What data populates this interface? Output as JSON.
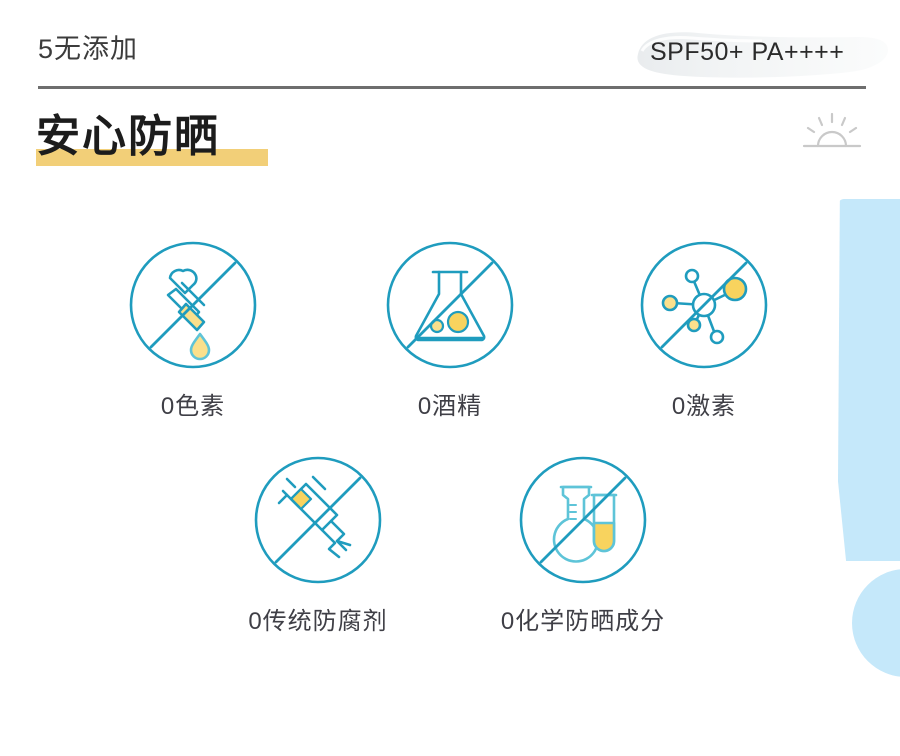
{
  "header": {
    "kicker": "5无添加",
    "spf_badge": "SPF50+ PA++++",
    "title": "安心防晒",
    "sun_icon": "sunrise-icon",
    "divider_color": "#6e6e6e",
    "title_highlight_color": "#f2cf78"
  },
  "theme": {
    "teal": "#1f9cbe",
    "teal_light": "#5ec4d8",
    "yellow": "#f8d35e",
    "yellow_soft": "#fae08c",
    "blue_accent": "#c5e8fa",
    "text": "#3f3f46",
    "background": "#ffffff"
  },
  "features": {
    "row1": [
      {
        "label": "0色素",
        "icon": "dropper-no-pigment-icon"
      },
      {
        "label": "0酒精",
        "icon": "flask-no-alcohol-icon"
      },
      {
        "label": "0激素",
        "icon": "molecule-no-hormone-icon"
      }
    ],
    "row2": [
      {
        "label": "0传统防腐剂",
        "icon": "syringe-no-preservative-icon"
      },
      {
        "label": "0化学防晒成分",
        "icon": "testtube-no-chemical-filter-icon"
      }
    ]
  },
  "decorations": {
    "blue_bar": "blue-bar-shape",
    "blue_dot": "blue-circle-shape",
    "cream_smear": "cream-smear-shape"
  }
}
